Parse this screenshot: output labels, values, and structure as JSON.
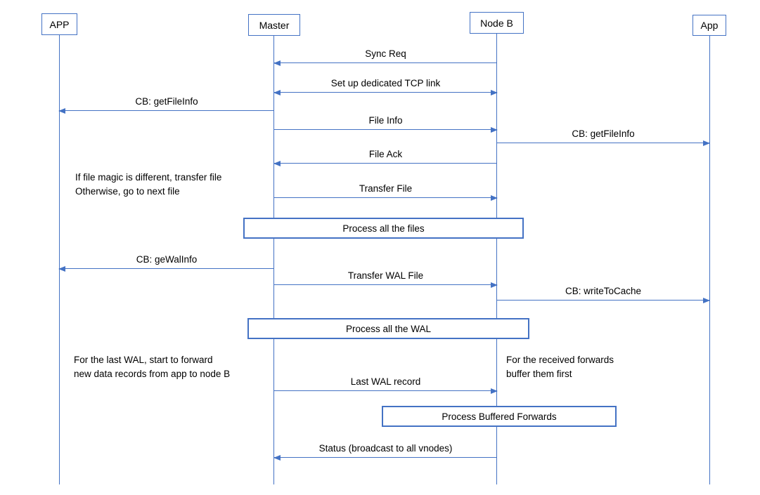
{
  "diagram": {
    "type": "sequence-diagram",
    "colors": {
      "accent": "#4472C4",
      "background": "#ffffff",
      "text": "#000000"
    },
    "actors": [
      {
        "id": "app-left",
        "label": "APP"
      },
      {
        "id": "master",
        "label": "Master"
      },
      {
        "id": "node-b",
        "label": "Node B"
      },
      {
        "id": "app-right",
        "label": "App"
      }
    ],
    "messages": [
      {
        "label": "Sync Req",
        "from": "Node B",
        "to": "Master",
        "direction": "left"
      },
      {
        "label": "Set up dedicated TCP link",
        "from": "Master",
        "to": "Node B",
        "direction": "both"
      },
      {
        "label": "CB: getFileInfo",
        "from": "Master",
        "to": "APP",
        "direction": "left"
      },
      {
        "label": "File Info",
        "from": "Master",
        "to": "Node B",
        "direction": "right"
      },
      {
        "label": "CB: getFileInfo",
        "from": "Node B",
        "to": "App",
        "direction": "right"
      },
      {
        "label": "File Ack",
        "from": "Node B",
        "to": "Master",
        "direction": "left"
      },
      {
        "label": "Transfer File",
        "from": "Master",
        "to": "Node B",
        "direction": "right"
      },
      {
        "label": "CB: geWalInfo",
        "from": "Master",
        "to": "APP",
        "direction": "left"
      },
      {
        "label": "Transfer WAL File",
        "from": "Master",
        "to": "Node B",
        "direction": "right"
      },
      {
        "label": "CB: writeToCache",
        "from": "Node B",
        "to": "App",
        "direction": "right"
      },
      {
        "label": "Last WAL record",
        "from": "Master",
        "to": "Node B",
        "direction": "right"
      },
      {
        "label": "Status (broadcast to all vnodes)",
        "from": "Node B",
        "to": "Master",
        "direction": "left"
      }
    ],
    "process_boxes": [
      {
        "label": "Process all the files"
      },
      {
        "label": "Process all the WAL"
      },
      {
        "label": "Process Buffered Forwards"
      }
    ],
    "annotations": [
      {
        "text": "If file magic is different, transfer file\nOtherwise, go to next file"
      },
      {
        "text": "For the last WAL, start to forward\nnew data records from app to node B"
      },
      {
        "text": "For the received forwards\nbuffer them first"
      }
    ]
  }
}
